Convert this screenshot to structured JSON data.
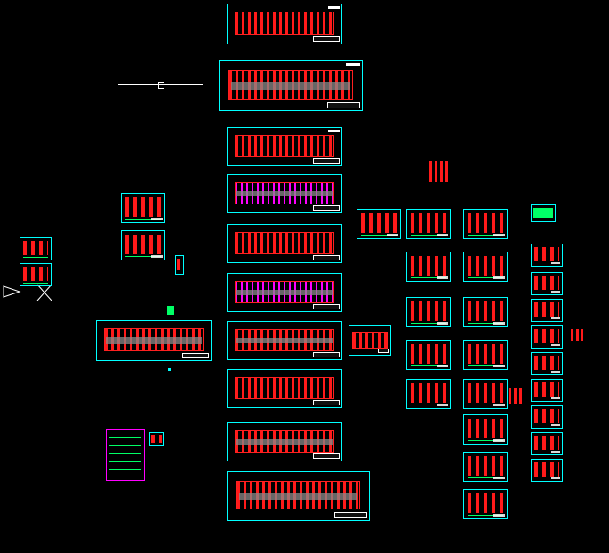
{
  "viewer": {
    "background": "#000000",
    "line_colors": {
      "frame": "#00ffff",
      "structure": "#ff1a1a",
      "annotation": "#ff00ff",
      "ground": "#00ff66",
      "titleblock": "#ffffff",
      "fill": "#8a8a8a"
    },
    "drawing_items": [
      "plan-sheet-1",
      "plan-sheet-2",
      "plan-sheet-3",
      "plan-sheet-4",
      "plan-sheet-5",
      "plan-sheet-6",
      "plan-sheet-7",
      "plan-sheet-8",
      "plan-sheet-9",
      "plan-sheet-10",
      "section-sheet",
      "detail-sheets",
      "ucs-icon",
      "scale-bar"
    ]
  }
}
